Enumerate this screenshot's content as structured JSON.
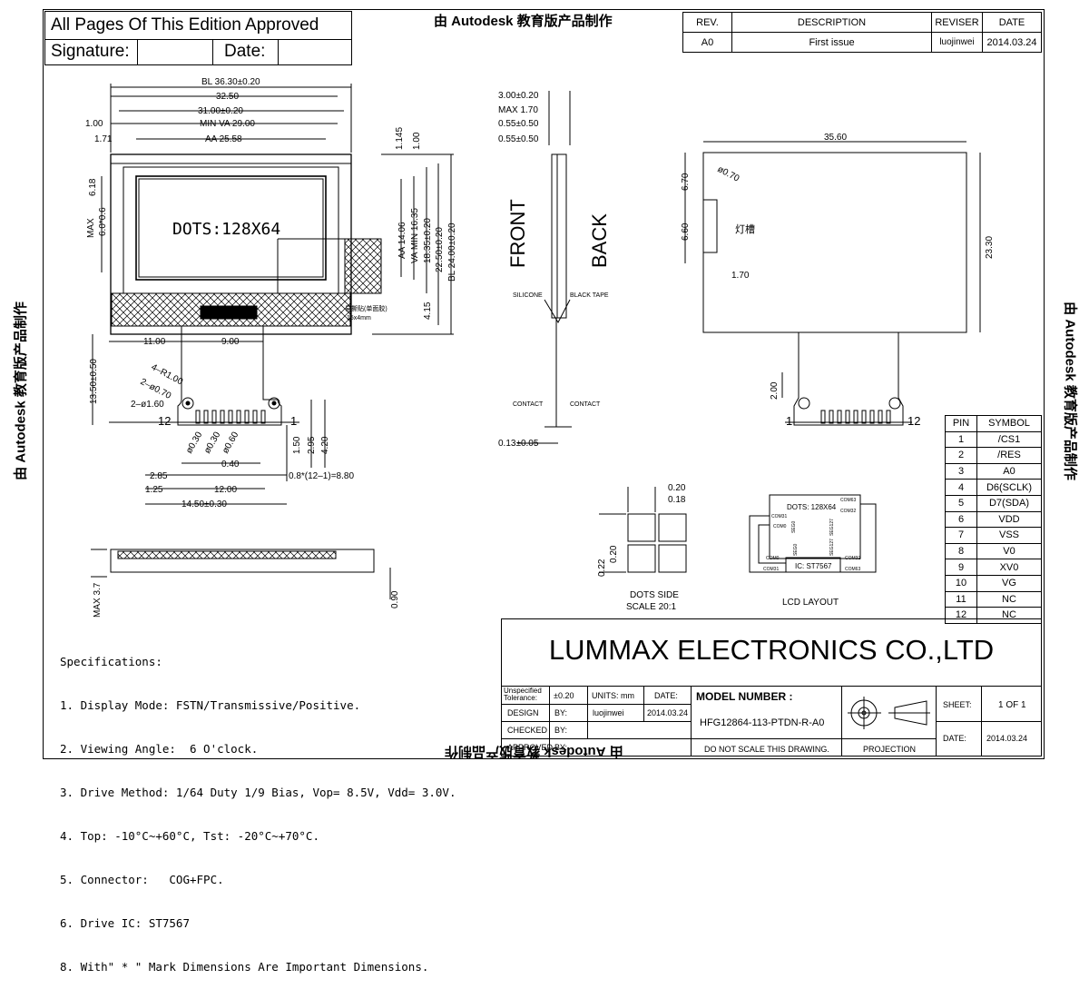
{
  "approval": {
    "title": "All Pages Of This Edition Approved",
    "signature_label": "Signature:",
    "date_label": "Date:"
  },
  "watermark": "由 Autodesk 教育版产品制作",
  "revision": {
    "headers": [
      "REV.",
      "DESCRIPTION",
      "REVISER",
      "DATE"
    ],
    "row": {
      "rev": "A0",
      "description": "First issue",
      "reviser": "luojinwei",
      "date": "2014.03.24"
    }
  },
  "front_view": {
    "dims": {
      "bl": "BL 36.30±0.20",
      "w3250": "32.50",
      "w3100": "31.00±0.20",
      "w100": "1.00",
      "minva": "MIN VA 29.00",
      "w171": "1.71",
      "aa": "AA 25.58",
      "h618": "6.18",
      "max06": "MAX",
      "max06b": "6.0*0.6",
      "v1145": "1.145",
      "v100": "1.00",
      "aa1406": "AA 14.06",
      "va1635": "VA MIN 16.35",
      "v1835": "18.35±0.20",
      "v2250": "22.50±0.20",
      "bl24": "BL 24.00±0.20",
      "v415": "4.15",
      "h1100": "11.00",
      "h900": "9.00",
      "v1350": "13.50±0.50",
      "r100": "4–R1.00",
      "d070": "2–ø0.70",
      "d160": "2–ø1.60",
      "pin12": "12",
      "pin1": "1",
      "d030a": "ø0.30",
      "d030b": "ø0.30",
      "d060": "ø0.60",
      "p040": "0.40",
      "v150": "1.50",
      "v295": "2.95",
      "v420": "4.20",
      "h285": "2.85",
      "h125": "1.25",
      "h1200": "12.00",
      "pitch": "0.8*(12–1)=8.80",
      "h1450": "14.50±0.30"
    },
    "dots_label": "DOTS:128X64",
    "tape_note": "易撕贴(单面胶)",
    "tape_note2": "15x4mm"
  },
  "side_view": {
    "dims": {
      "t300": "3.00±0.20",
      "max170": "MAX 1.70",
      "t055a": "0.55±0.50",
      "t055b": "0.55±0.50",
      "t013": "0.13±0.05"
    },
    "front": "FRONT",
    "back": "BACK",
    "silicone": "SILICONE",
    "black_tape": "BLACK TAPE",
    "contact_l": "CONTACT",
    "contact_r": "CONTACT"
  },
  "bottom_view": {
    "max37": "MAX 3.7",
    "v090": "0.90"
  },
  "back_view": {
    "dims": {
      "w3560": "35.60",
      "d070": "ø0.70",
      "v670": "6.70",
      "v660": "6.60",
      "v170": "1.70",
      "v2330": "23.30",
      "v200": "2.00"
    },
    "slot": "灯槽",
    "pin1": "1",
    "pin12": "12"
  },
  "dots_detail": {
    "d020": "0.20",
    "d018": "0.18",
    "v022": "0.22",
    "v020": "0.20",
    "title": "DOTS SIDE",
    "scale": "SCALE 20:1"
  },
  "lcd_layout": {
    "title": "LCD LAYOUT",
    "dots": "DOTS: 128X64",
    "ic": "IC: ST7567",
    "labels": [
      "COM63",
      "COM32",
      "COM31",
      "COM0",
      "SEG0",
      "SEG127",
      "COM0",
      "COM31",
      "SEG0",
      "SEG127",
      "COM32",
      "COM63"
    ]
  },
  "pins": {
    "headers": [
      "PIN",
      "SYMBOL"
    ],
    "rows": [
      [
        "1",
        "/CS1"
      ],
      [
        "2",
        "/RES"
      ],
      [
        "3",
        "A0"
      ],
      [
        "4",
        "D6(SCLK)"
      ],
      [
        "5",
        "D7(SDA)"
      ],
      [
        "6",
        "VDD"
      ],
      [
        "7",
        "VSS"
      ],
      [
        "8",
        "V0"
      ],
      [
        "9",
        "XV0"
      ],
      [
        "10",
        "VG"
      ],
      [
        "11",
        "NC"
      ],
      [
        "12",
        "NC"
      ]
    ]
  },
  "specs": {
    "title": "Specifications:",
    "items": [
      "1. Display Mode: FSTN/Transmissive/Positive.",
      "2. Viewing Angle:  6 O'clock.",
      "3. Drive Method: 1/64 Duty 1/9 Bias, Vop= 8.5V, Vdd= 3.0V.",
      "4. Top: -10°C~+60°C, Tst: -20°C~+70°C.",
      "5. Connector:   COG+FPC.",
      "6. Drive IC: ST7567",
      "8. With\" * \" Mark Dimensions Are Important Dimensions."
    ]
  },
  "title_block": {
    "company": "LUMMAX ELECTRONICS CO.,LTD",
    "tol_label": "Unspecified Tolerance:",
    "tol": "±0.20",
    "units": "UNITS: mm",
    "date_label": "DATE:",
    "design": "DESIGN",
    "by": "BY:",
    "designer": "luojinwei",
    "design_date": "2014.03.24",
    "checked": "CHECKED",
    "checked_by": "BY:",
    "approved": "APPROVED",
    "approved_by": "BY:",
    "model_label": "MODEL NUMBER :",
    "model": "HFG12864-113-PTDN-R-A0",
    "no_scale": "DO NOT SCALE THIS DRAWING.",
    "projection": "PROJECTION",
    "sheet_label": "SHEET:",
    "sheet": "1 OF 1",
    "date2_label": "DATE:",
    "date2": "2014.03.24"
  }
}
